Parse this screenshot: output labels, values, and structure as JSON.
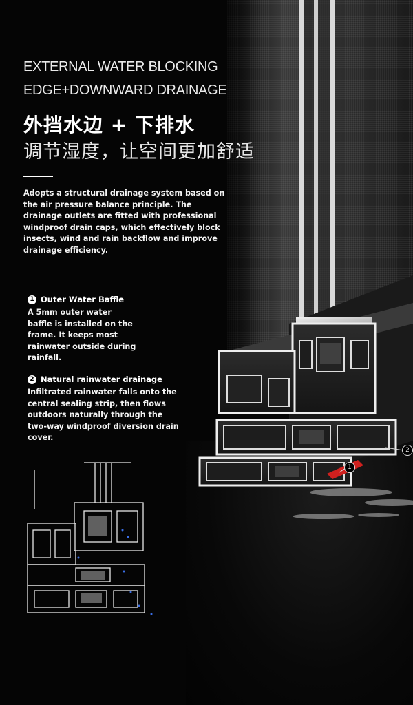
{
  "header": {
    "en_line1": "EXTERNAL WATER BLOCKING",
    "en_line2": "EDGE+DOWNWARD DRAINAGE",
    "cn_title": "外挡水边 + 下排水",
    "cn_subtitle": "调节湿度，让空间更加舒适"
  },
  "description": "Adopts a structural drainage system based on the air pressure balance principle. The drainage outlets are fitted with professional windproof drain caps, which effectively block insects, wind and rain backflow and improve drainage efficiency.",
  "features": [
    {
      "number": "1",
      "title": "Outer Water Baffle",
      "text": "A 5mm outer water baffle is installed on the frame. It keeps most rainwater outside during rainfall."
    },
    {
      "number": "2",
      "title": "Natural rainwater drainage",
      "text": "Infiltrated rainwater falls onto the central sealing strip, then flows outdoors naturally through the two-way windproof diversion drain cover."
    }
  ],
  "callouts": [
    "1",
    "2"
  ],
  "colors": {
    "background": "#000000",
    "text": "#ffffff",
    "accent_red": "#d0201e"
  }
}
